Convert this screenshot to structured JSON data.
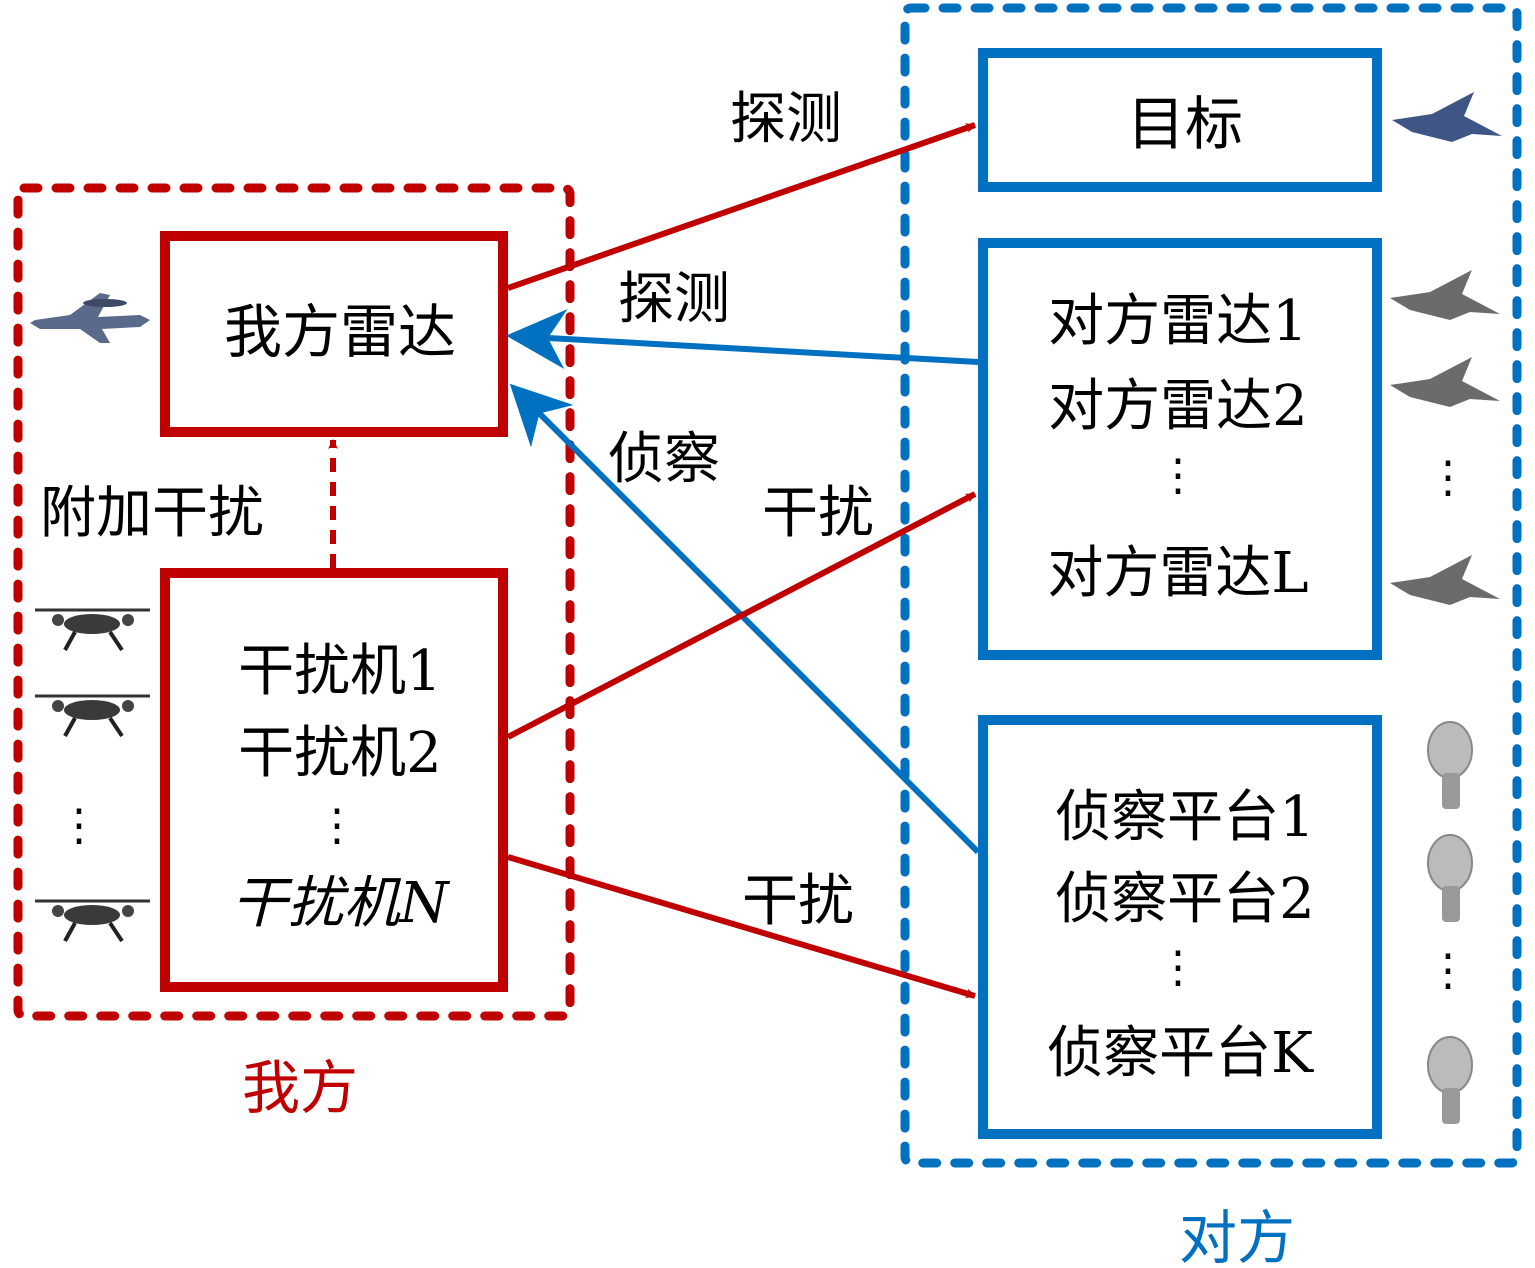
{
  "colors": {
    "own": "#C00000",
    "enemy": "#0070C0",
    "text": "#000000"
  },
  "own_side": {
    "group_label": "我方",
    "radar_box": {
      "label": "我方雷达"
    },
    "jammer_box": {
      "lines": [
        "干扰机1",
        "干扰机2",
        "⋮",
        "干扰机N"
      ]
    },
    "extra_jamming_label": "附加干扰",
    "icons": [
      "aircraft-awacs-icon",
      "drone-icon",
      "drone-icon",
      "drone-icon"
    ],
    "ellipsis": "⋮"
  },
  "enemy_side": {
    "group_label": "对方",
    "target_box": {
      "label": "目标"
    },
    "radar_box": {
      "lines": [
        "对方雷达1",
        "对方雷达2",
        "⋮",
        "对方雷达L"
      ]
    },
    "recon_box": {
      "lines": [
        "侦察平台1",
        "侦察平台2",
        "⋮",
        "侦察平台K"
      ]
    },
    "ellipsis": "⋮"
  },
  "arrows": [
    {
      "from": "own-radar",
      "to": "target",
      "label": "探测",
      "color": "own"
    },
    {
      "from": "enemy-radar",
      "to": "own-radar",
      "label": "探测",
      "color": "enemy"
    },
    {
      "from": "recon",
      "to": "own-radar",
      "label": "侦察",
      "color": "enemy"
    },
    {
      "from": "jammers",
      "to": "enemy-radar",
      "label": "干扰",
      "color": "own"
    },
    {
      "from": "jammers",
      "to": "recon",
      "label": "干扰",
      "color": "own"
    },
    {
      "from": "jammers",
      "to": "own-radar",
      "label": "附加干扰",
      "color": "own",
      "dashed": true
    }
  ]
}
